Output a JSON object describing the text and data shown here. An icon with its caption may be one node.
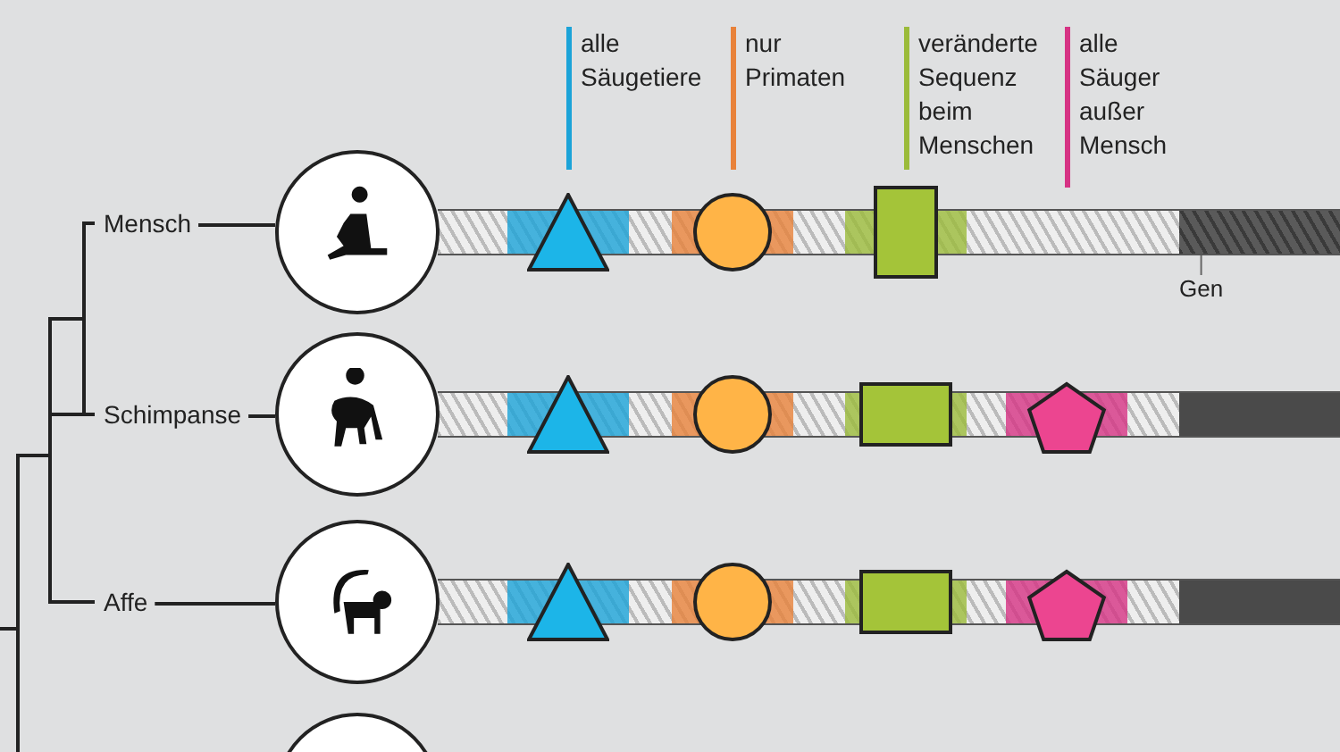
{
  "diagram": {
    "nodes": [
      {
        "text": [
          "Mensch"
        ]
      },
      {
        "text": [],
        "shape": "picture"
      },
      {
        "text": [
          "Schimpanse"
        ]
      },
      {
        "text": [],
        "shape": "picture"
      },
      {
        "text": [
          "Affe"
        ]
      },
      {
        "text": [],
        "shape": "picture"
      },
      {
        "text": [],
        "shape": "circle"
      },
      {
        "text": [
          "Gen"
        ]
      },
      {
        "text": [],
        "shape": "bar",
        "in": 20
      },
      {
        "text": [],
        "shape": "triangle"
      },
      {
        "text": [],
        "shape": "circle"
      },
      {
        "text": [],
        "shape": "box"
      },
      {
        "text": [],
        "shape": "triangle"
      },
      {
        "text": [],
        "shape": "circle"
      },
      {
        "text": [],
        "shape": "box"
      },
      {
        "text": [],
        "shape": "pentagon"
      },
      {
        "text": [],
        "shape": "triangle"
      },
      {
        "text": [],
        "shape": "circle"
      },
      {
        "text": [],
        "shape": "box"
      },
      {
        "text": [],
        "shape": "pentagon"
      },
      {
        "text": [],
        "shape": "bar"
      },
      {
        "text": [],
        "shape": "bar"
      },
      {
        "text": [],
        "shape": "bar"
      }
    ],
    "edges": [
      {
        "from": 0,
        "to": 1,
        "arrow": "none"
      },
      {
        "from": 2,
        "to": 3,
        "arrow": "none"
      },
      {
        "from": 4,
        "to": 5,
        "arrow": "none"
      },
      {
        "from": 7,
        "to": 8,
        "arrow": "none"
      },
      {
        "from": 0,
        "to": 2,
        "arrow": "none"
      },
      {
        "from": 0,
        "to": 4,
        "arrow": "none"
      },
      {
        "from": 2,
        "to": 4,
        "arrow": "none"
      }
    ],
    "legend": [
      {
        "text": "alle Säugetiere",
        "color": "#1ba3d8"
      },
      {
        "text": "nur Primaten",
        "color": "#e8823a"
      },
      {
        "text": "veränderte Sequenz beim Menschen",
        "color": "#9bbb3a"
      },
      {
        "text": "alle Säuger außer Mensch",
        "color": "#d63384"
      }
    ]
  }
}
